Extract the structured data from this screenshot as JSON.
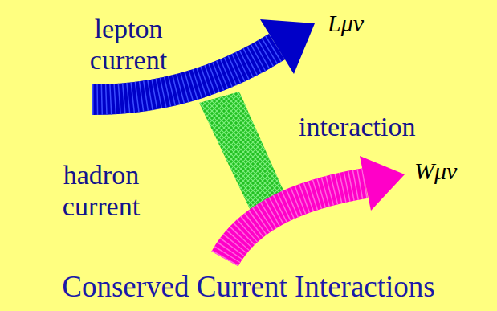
{
  "diagram": {
    "caption": "Conserved Current Interactions",
    "labels": [
      "Lμν",
      "lepton current",
      "interaction",
      "hadron current",
      "Wμν"
    ]
  }
}
